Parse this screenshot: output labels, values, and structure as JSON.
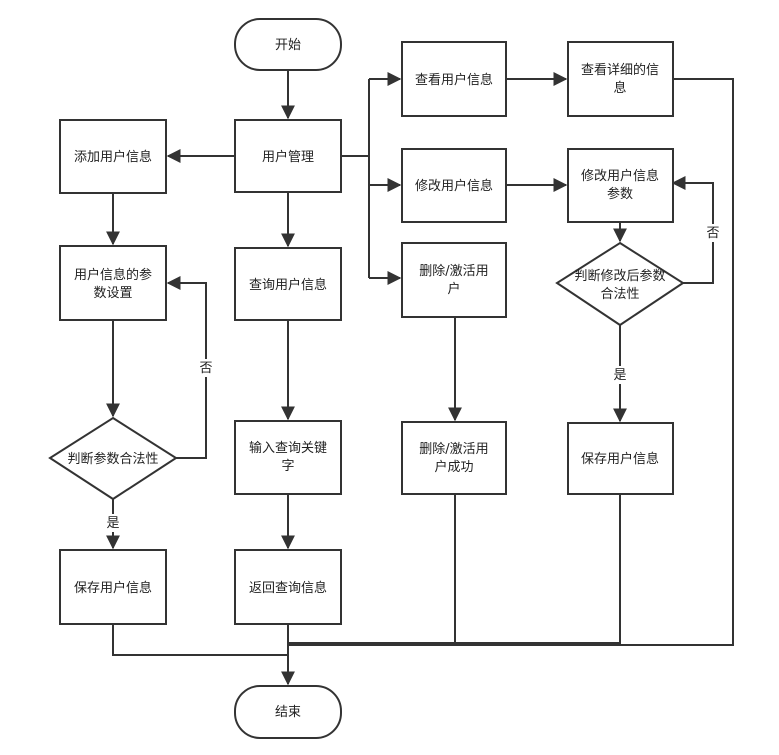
{
  "colors": {
    "stroke": "#333333",
    "text": "#222222",
    "background": "#ffffff"
  },
  "nodes": {
    "start": "开始",
    "end": "结束",
    "user_mgmt": "用户管理",
    "add_user": "添加用户信息",
    "param_setup": [
      "用户信息的参",
      "数设置"
    ],
    "check_valid": "判断参数合法性",
    "save_left": "保存用户信息",
    "query": "查询用户信息",
    "input_keyword": [
      "输入查询关键",
      "字"
    ],
    "return_query": "返回查询信息",
    "view_user": "查看用户信息",
    "view_detail": [
      "查看详细的信",
      "息"
    ],
    "modify_user": "修改用户信息",
    "modify_params": [
      "修改用户信息",
      "参数"
    ],
    "check_modify": [
      "判断修改后参数",
      "合法性"
    ],
    "save_right": "保存用户信息",
    "delete_activate": [
      "删除/激活用",
      "户"
    ],
    "delete_success": [
      "删除/激活用",
      "户成功"
    ]
  },
  "edge_labels": {
    "no": "否",
    "yes": "是"
  }
}
